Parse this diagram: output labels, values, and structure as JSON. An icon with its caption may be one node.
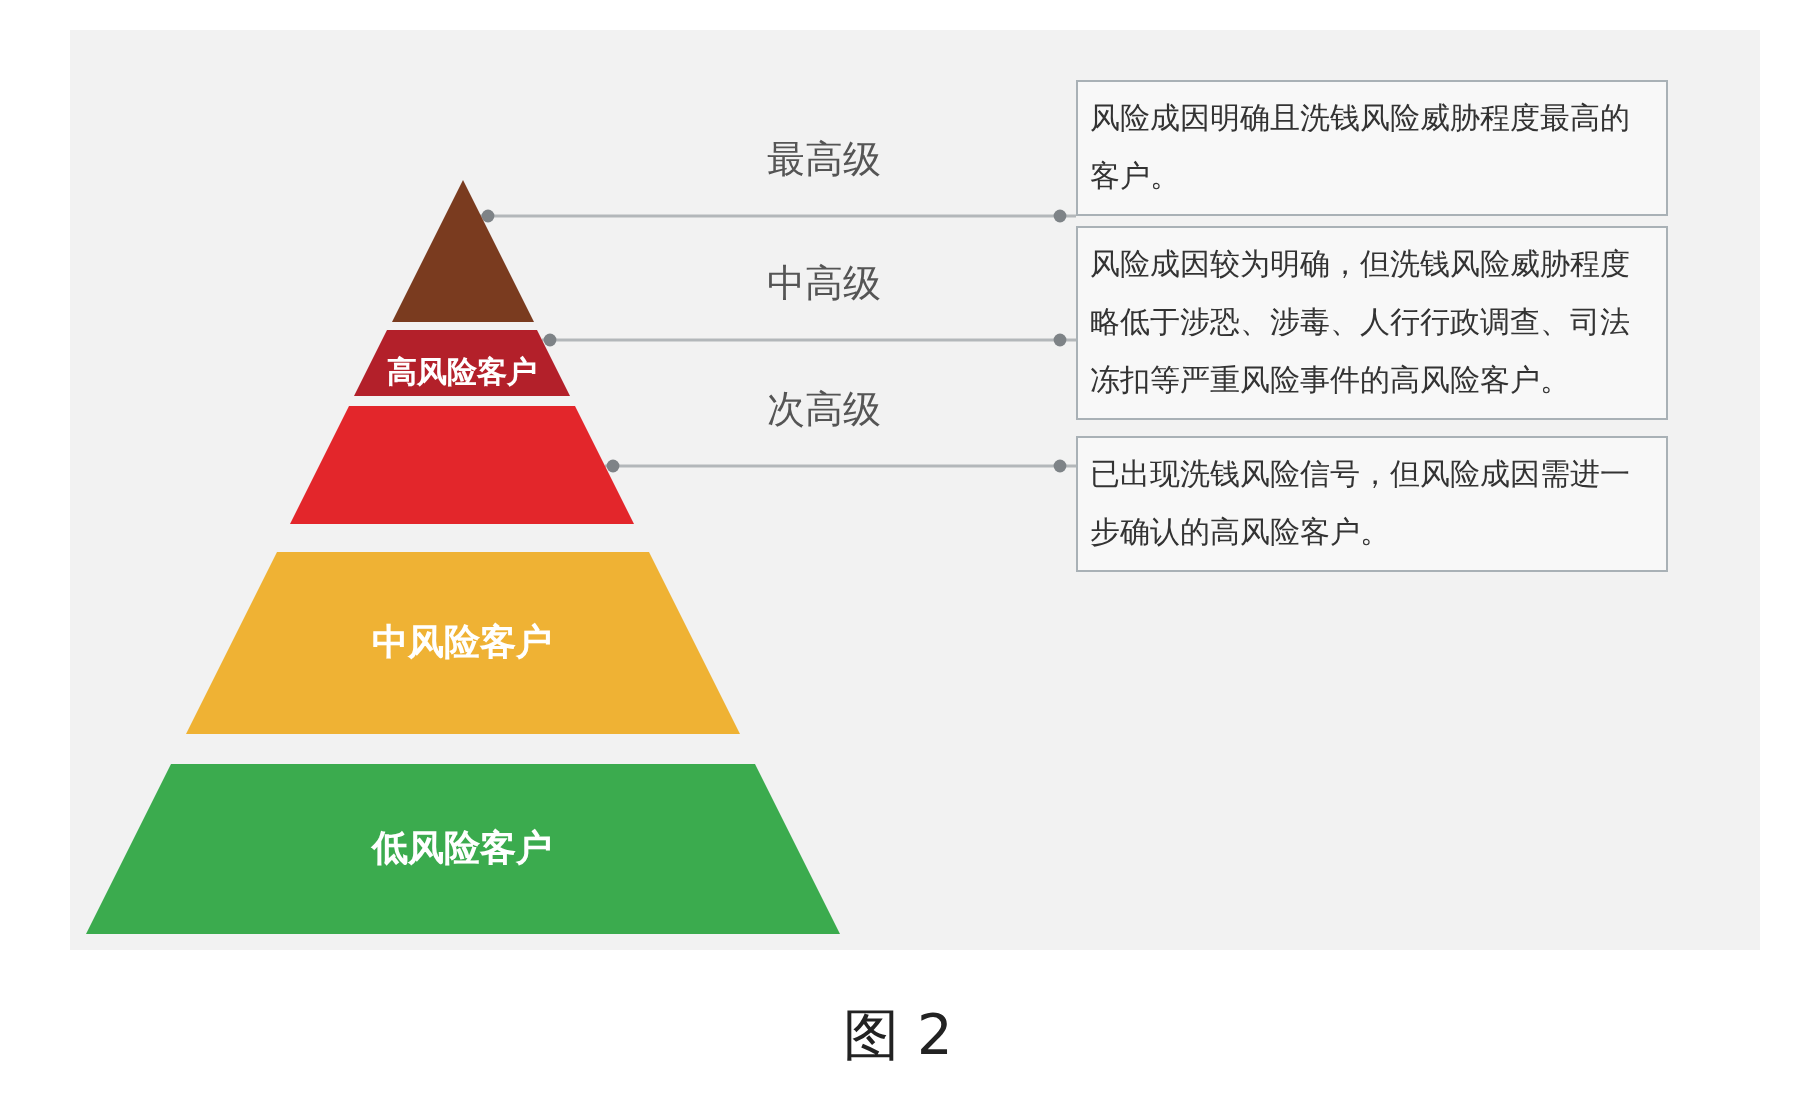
{
  "diagram": {
    "caption": "图 2",
    "nodes": [
      {
        "text": [],
        "shape": "triangle"
      },
      {
        "text": [
          "高风险客户"
        ]
      },
      {
        "text": [],
        "shape": "trapezoid"
      },
      {
        "text": [
          "中风险客户"
        ]
      },
      {
        "text": [
          "低风险客户"
        ]
      },
      {
        "text": [
          "风险成因明确且洗钱风险威胁程度最高的客户。"
        ]
      },
      {
        "text": [
          "风险成因较为明确，但洗钱风险威胁程度略低于涉恐、涉毒、人行行政调查、司法冻扣等严重风险事件的高风险客户。"
        ]
      },
      {
        "text": [
          "已出现洗钱风险信号，但风险成因需进一步确认的高风险客户。"
        ]
      }
    ],
    "edges": [
      {
        "from": 0,
        "to": 5,
        "arrow": "other",
        "label": "最高级"
      },
      {
        "from": 1,
        "to": 6,
        "arrow": "other",
        "label": "中高级"
      },
      {
        "from": 2,
        "to": 7,
        "arrow": "other",
        "label": "次高级"
      }
    ]
  }
}
